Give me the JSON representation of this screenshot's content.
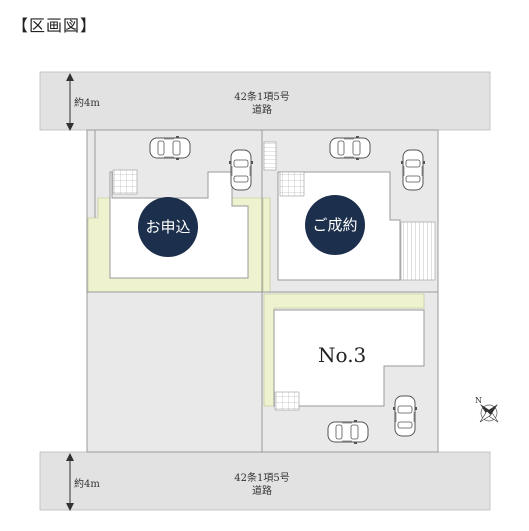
{
  "header": {
    "title": "【区画図】"
  },
  "roads": {
    "top": {
      "line1": "42条1項5号",
      "line2": "道路",
      "width_label": "約4m"
    },
    "bottom": {
      "line1": "42条1項5号",
      "line2": "道路",
      "width_label": "約4m"
    }
  },
  "lots": {
    "lot_a": {
      "status": "お申込"
    },
    "lot_b": {
      "status": "ご成約"
    },
    "lot_c": {
      "number": "No.3"
    }
  },
  "compass": {
    "label": "N"
  },
  "colors": {
    "road": "#e2e2e2",
    "lot": "#e9e9e9",
    "building": "#ffffff",
    "garden": "#eef2cf",
    "badge": "#1c2f4c",
    "lines": "#9a9a9a"
  }
}
